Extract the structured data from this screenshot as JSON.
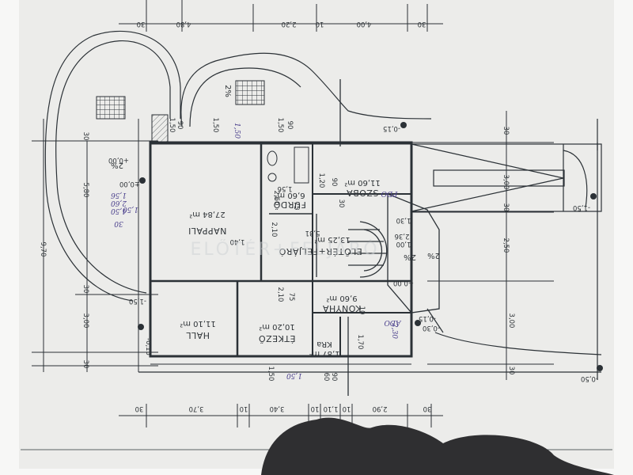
{
  "colors": {
    "paper": "#eeeeec",
    "line": "#2b3136",
    "shadow": "#2c2c2e",
    "hand": "#4a3f8c"
  },
  "rooms": {
    "nappali": {
      "name": "NAPPALI",
      "area": "27,84 m²"
    },
    "szoba": {
      "name": "SZOBA",
      "area": "11,60 m²"
    },
    "furdo": {
      "name": "FÜRDŐ",
      "area": "6,60 m²"
    },
    "eloter": {
      "name": "ELŐTÉR+FELJÁRÓ",
      "area": "13,25 m²"
    },
    "konyha": {
      "name": "KONYHA",
      "area": "9,60 m²"
    },
    "etkezo": {
      "name": "ÉTKEZŐ",
      "area": "10,20 m²"
    },
    "hall": {
      "name": "HALL",
      "area": "11,10 m²"
    },
    "kamra": {
      "name": "KRa",
      "area": "1,87 m²"
    }
  },
  "top_dims": [
    "30",
    "4,80",
    "2,20",
    "10",
    "4,00",
    "30"
  ],
  "bottom_dims": [
    "30",
    "3,70",
    "10",
    "3,40",
    "10",
    "1,10",
    "10",
    "2,90",
    "30"
  ],
  "left_dims": [
    "30",
    "5,80",
    "9,70",
    "30",
    "3,00",
    "30"
  ],
  "right_dims": [
    "30",
    "3,00",
    "30",
    "2,50",
    "3,00",
    "30"
  ],
  "inner_dims": {
    "d150_a": "1,50",
    "d150_b": "1,50",
    "d90_a": "90",
    "d90_b": "90",
    "d150_c": "1,50",
    "d260": "2,60",
    "d156": "1,56",
    "d75_a": "75",
    "d210": "2,10",
    "d140": "1,40",
    "d531": "5,31",
    "d236": "2,36",
    "d90_c": "90",
    "d120": "1,20",
    "d75_b": "75",
    "d210_b": "2,10",
    "d170": "1,70",
    "d150_d": "1,50",
    "d90_d": "90",
    "d60": "60",
    "d30_a": "30",
    "d130": "1,30",
    "d100": "1,00",
    "d10": "10"
  },
  "levels": {
    "l_terrace": "-0,15",
    "l_left": "±0,00",
    "l_left2": "+0,00",
    "l_entry": "+0,00",
    "l_garage": "-1,50",
    "l_right": "-0,15",
    "l_bottom": "-0,50",
    "l_kitchen": "-0,30",
    "l_hall": "-1,50",
    "l_hall2": "-0,15"
  },
  "slopes": {
    "s_left": "2%",
    "s_top": "2%",
    "s_stair": "2%",
    "s_right": "2%"
  },
  "hand_notes": {
    "h1": "1,50",
    "h2": "2,60",
    "h3": "4,50",
    "h4": "1,56",
    "h5": "30",
    "h6": "1,50",
    "h7": "PDO",
    "h8": "2,30",
    "h9": "ADO",
    "h10": "1,50"
  },
  "watermark": "ELŐTÉR+FELJÁRÓ"
}
